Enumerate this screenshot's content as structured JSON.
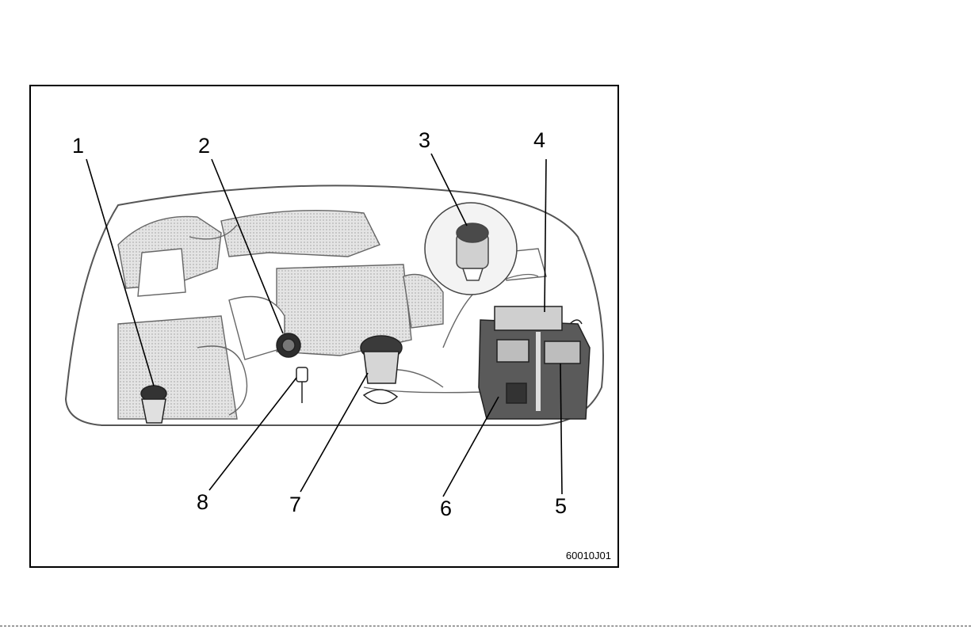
{
  "figure": {
    "callouts": [
      "1",
      "2",
      "3",
      "4",
      "5",
      "6",
      "7",
      "8"
    ],
    "code": "60010J01"
  },
  "colors": {
    "line": "#000000",
    "shade": "#bdbdbd",
    "dark": "#3a3a3a"
  }
}
